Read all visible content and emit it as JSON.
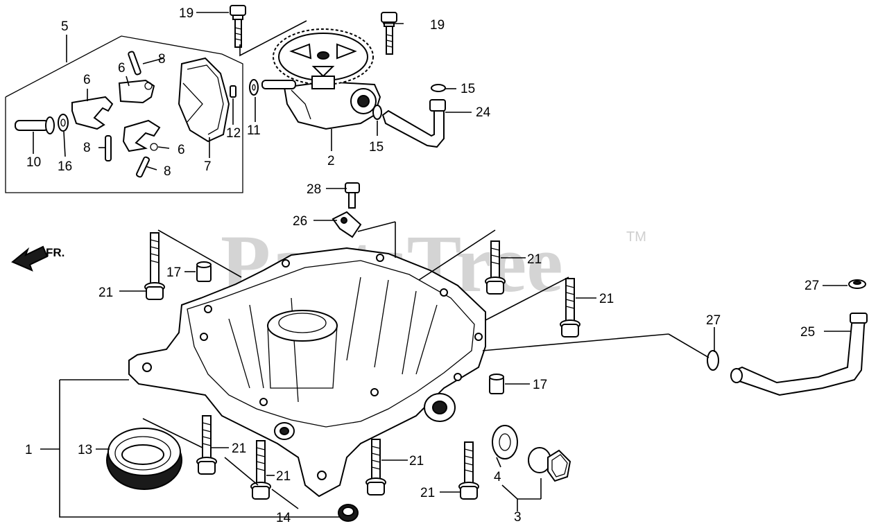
{
  "watermark": {
    "text": "PartsTree",
    "tm": "TM"
  },
  "direction_label": "FR.",
  "callouts": {
    "c1": "1",
    "c2": "2",
    "c3": "3",
    "c4": "4",
    "c5": "5",
    "c6a": "6",
    "c6b": "6",
    "c6c": "6",
    "c7": "7",
    "c8a": "8",
    "c8b": "8",
    "c8c": "8",
    "c10": "10",
    "c11": "11",
    "c12": "12",
    "c13": "13",
    "c14": "14",
    "c15a": "15",
    "c15b": "15",
    "c16": "16",
    "c17a": "17",
    "c17b": "17",
    "c19a": "19",
    "c19b": "19",
    "c21a": "21",
    "c21b": "21",
    "c21c": "21",
    "c21d": "21",
    "c21e": "21",
    "c21f": "21",
    "c21g": "21",
    "c24": "24",
    "c25": "25",
    "c26": "26",
    "c27a": "27",
    "c27b": "27",
    "c28": "28"
  }
}
